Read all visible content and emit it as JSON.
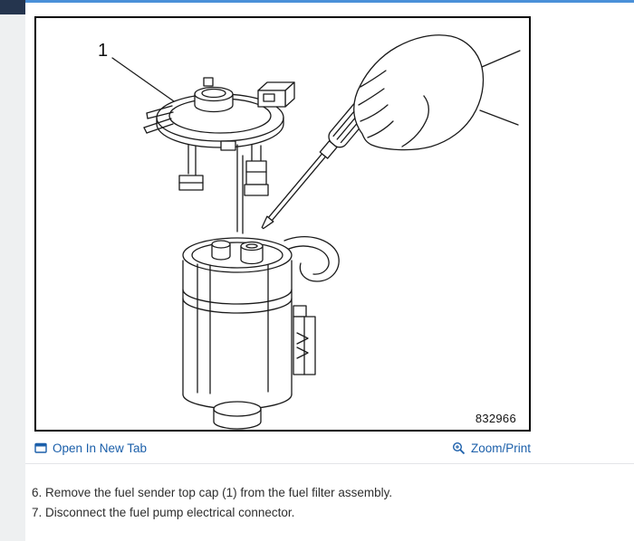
{
  "colors": {
    "link": "#1b5faa",
    "accent-bar": "#4a90d9",
    "header-fragment": "#25354e",
    "gutter": "#eef0f1",
    "diagram-border": "#000000",
    "text": "#2e2e2e"
  },
  "figure": {
    "callout": "1",
    "number": "832966"
  },
  "toolbar": {
    "open_in_new_tab": "Open In New Tab",
    "zoom_print": "Zoom/Print",
    "icons": {
      "open_in_new_tab": "window-new-tab-icon",
      "zoom_print": "magnifier-plus-icon"
    }
  },
  "instructions": {
    "steps": [
      "6. Remove the fuel sender top cap (1) from the fuel filter assembly.",
      "7. Disconnect the fuel pump electrical connector."
    ]
  }
}
